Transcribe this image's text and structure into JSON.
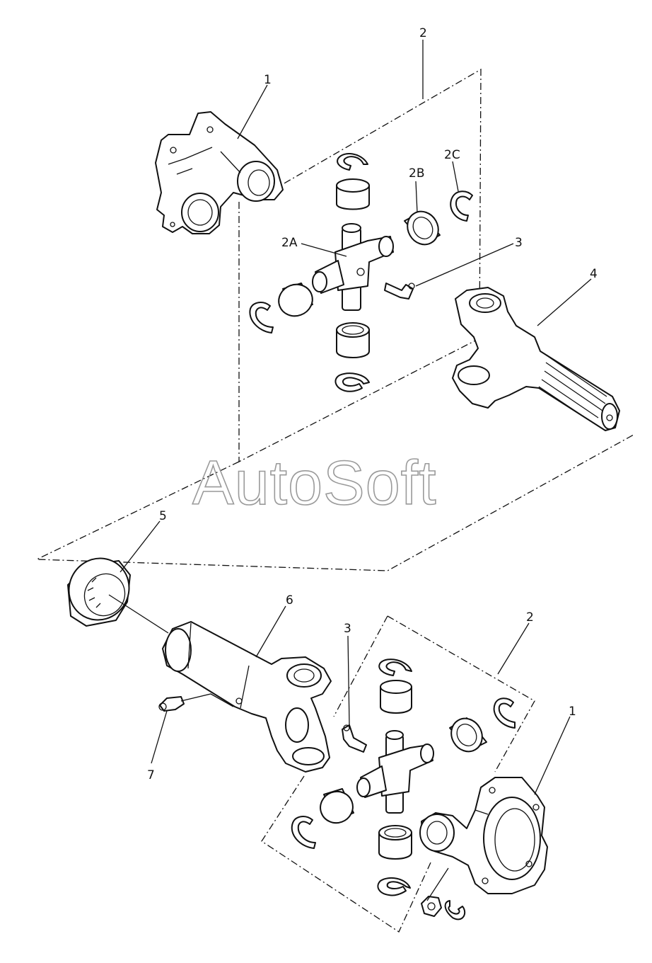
{
  "watermark": "AutoSoft",
  "callouts": {
    "upper": {
      "part_1": "1",
      "part_2": "2",
      "part_2a": "2A",
      "part_2b": "2B",
      "part_2c": "2C",
      "part_3": "3",
      "part_4": "4"
    },
    "lower": {
      "part_5": "5",
      "part_6": "6",
      "part_3": "3",
      "part_2": "2",
      "part_1": "1",
      "part_7": "7"
    }
  },
  "icons": {
    "flange_yoke": "flange-yoke-icon",
    "universal_joint_cross": "cross-spider-icon",
    "needle_bearing_cup": "bearing-cup-icon",
    "snap_ring": "snap-ring-icon",
    "grease_fitting": "grease-nipple-icon",
    "slip_yoke": "slip-yoke-icon",
    "dust_boot": "dust-boot-icon",
    "tube_yoke": "tube-yoke-icon"
  }
}
